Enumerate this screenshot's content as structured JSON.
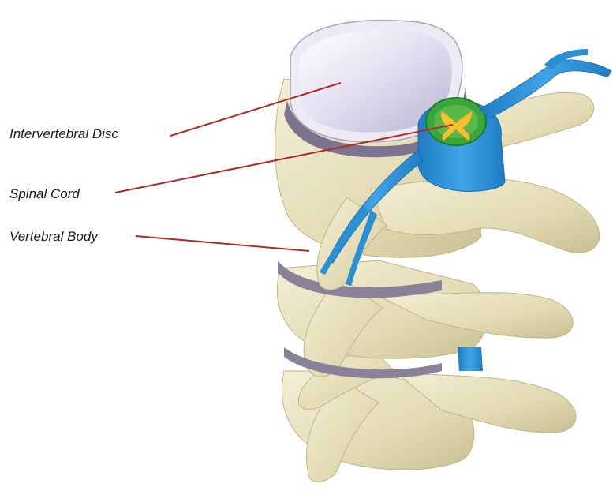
{
  "labels": {
    "disc": "Intervertebral Disc",
    "cord": "Spinal Cord",
    "body": "Vertebral Body"
  },
  "colors": {
    "leader_line": "#b22a24",
    "bone": "#e7e0bd",
    "bone_shadow": "#c9c096",
    "disc": "#d6d2e6",
    "nerve": "#2b8fd3",
    "cord_green": "#3aa63c",
    "cord_yellow": "#f1c232"
  }
}
